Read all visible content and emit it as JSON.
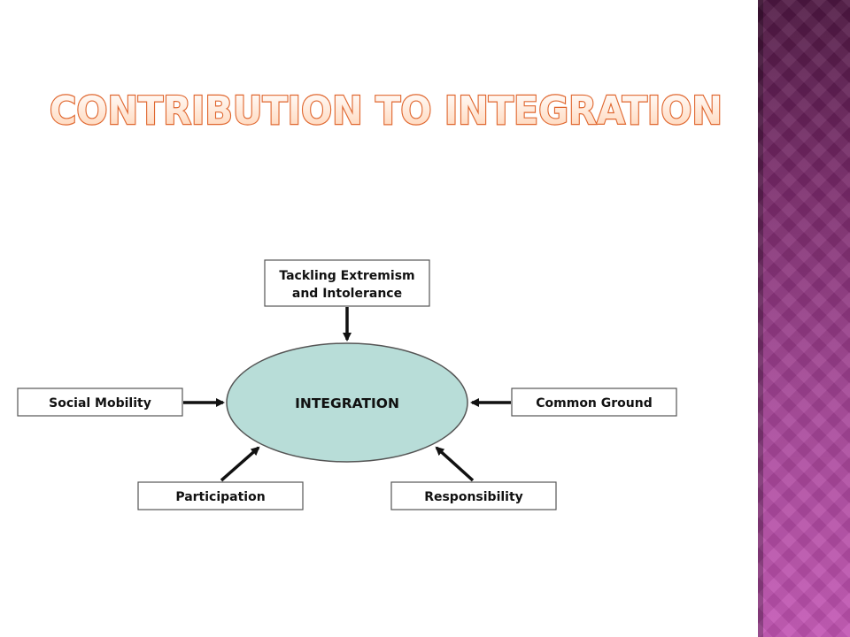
{
  "slide": {
    "title": "CONTRIBUTION TO INTEGRATION",
    "title_fill_top": "#ffffff",
    "title_fill_bottom": "#ffd3b4",
    "title_stroke": "#e0672f",
    "side_band_colors": [
      "#4e1742",
      "#c254b3"
    ]
  },
  "diagram": {
    "center": {
      "label": "INTEGRATION",
      "fill": "#b8ddd8",
      "stroke": "#555555"
    },
    "nodes": {
      "top": {
        "line1": "Tackling Extremism",
        "line2": "and Intolerance"
      },
      "left": {
        "label": "Social Mobility"
      },
      "right": {
        "label": "Common Ground"
      },
      "bottom_left": {
        "label": "Participation"
      },
      "bottom_right": {
        "label": "Responsibility"
      }
    },
    "arrow_color": "#111111"
  }
}
